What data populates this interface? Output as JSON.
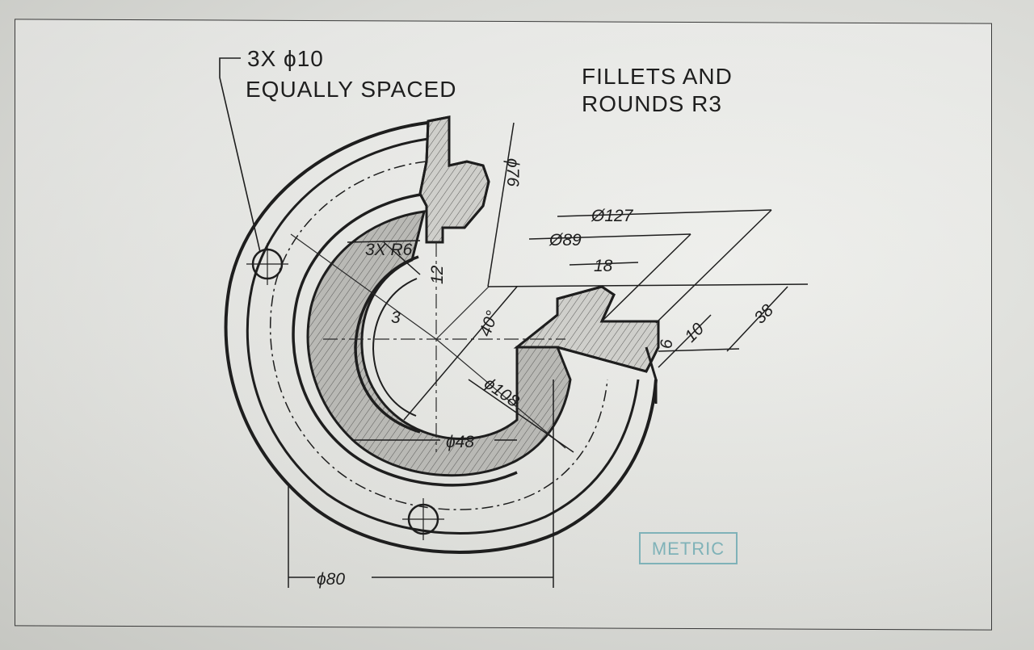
{
  "notes": {
    "holes_line1": "3X ϕ10",
    "holes_line2": "EQUALLY SPACED",
    "fillets_line1": "FILLETS AND",
    "fillets_line2": "ROUNDS R3"
  },
  "dimensions": {
    "d76": "ϕ76",
    "d127": "Ø127",
    "d89": "Ø89",
    "w18": "18",
    "r6": "3X R6",
    "r3": "3",
    "a12": "12",
    "ang40": "40°",
    "d108": "ϕ108",
    "d48": "ϕ48",
    "d80": "ϕ80",
    "t6": "6",
    "t10": "10",
    "h38": "38"
  },
  "stamp": {
    "text": "METRIC"
  },
  "colors": {
    "ink": "#1e1e1e",
    "shade": "#b9b9b5",
    "stamp": "#7fb2b8"
  }
}
